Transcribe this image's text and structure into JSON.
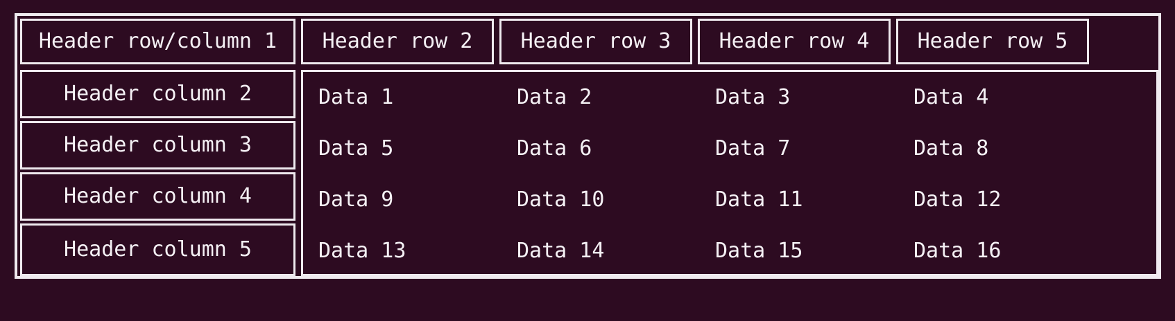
{
  "page": {
    "background_color": "#2d0b21",
    "border_color": "#efeaef",
    "text_color": "#f4f0f4"
  },
  "table": {
    "corner_header": "Header row/column 1",
    "column_headers": [
      "Header row 2",
      "Header row 3",
      "Header row 4",
      "Header row 5"
    ],
    "row_headers": [
      "Header column 2",
      "Header column 3",
      "Header column 4",
      "Header column 5"
    ],
    "rows": [
      [
        "Data 1",
        "Data 2",
        "Data 3",
        "Data 4"
      ],
      [
        "Data 5",
        "Data 6",
        "Data 7",
        "Data 8"
      ],
      [
        "Data 9",
        "Data 10",
        "Data 11",
        "Data 12"
      ],
      [
        "Data 13",
        "Data 14",
        "Data 15",
        "Data 16"
      ]
    ]
  }
}
